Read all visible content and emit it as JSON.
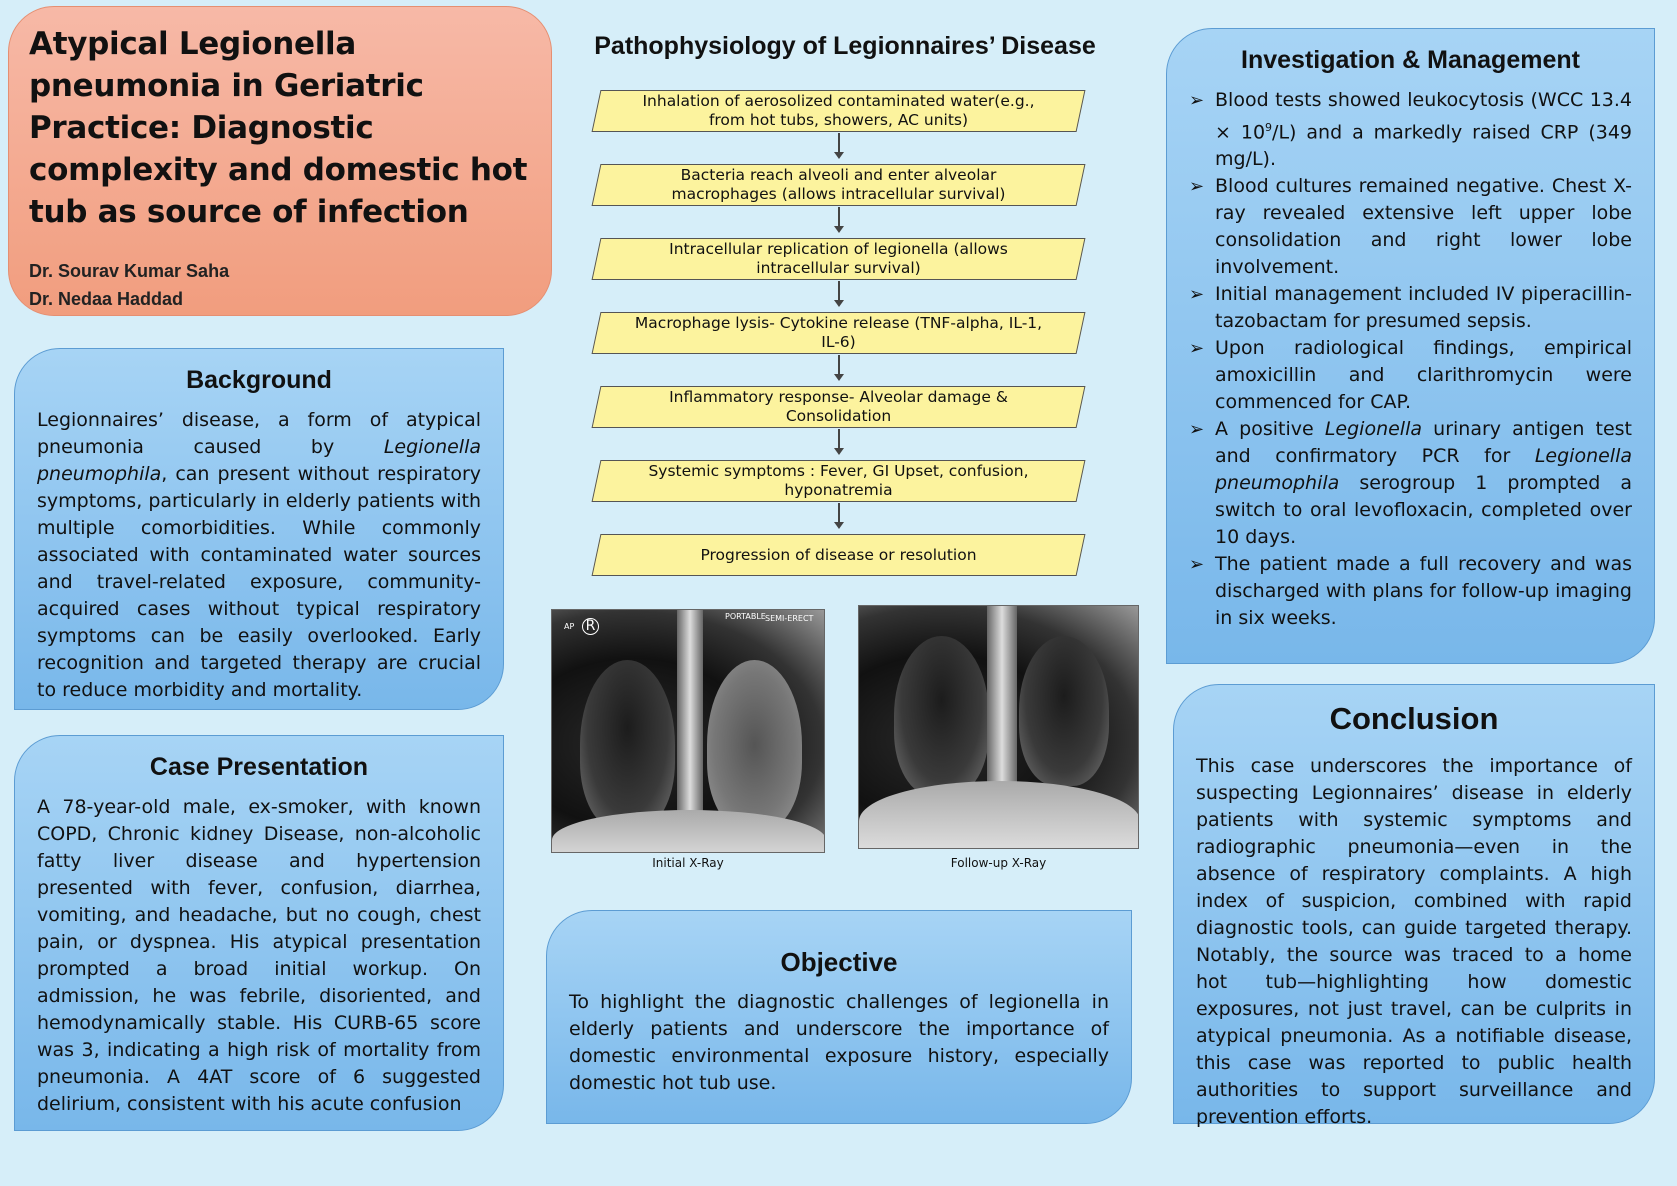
{
  "title": {
    "text": "Atypical Legionella pneumonia in Geriatric Practice: Diagnostic complexity and domestic hot tub as source of infection",
    "authors": [
      "Dr. Sourav Kumar Saha",
      "Dr. Nedaa Haddad"
    ]
  },
  "background": {
    "heading": "Background",
    "text_before_italic": "Legionnaires’ disease, a form of atypical pneumonia caused by ",
    "italic": "Legionella pneumophila",
    "text_after_italic": ", can present without respiratory symptoms, particularly in elderly patients with multiple comorbidities. While commonly associated with contaminated water sources and travel-related exposure, community-acquired cases without typical respiratory symptoms can be easily overlooked. Early recognition and targeted therapy are crucial to reduce morbidity and mortality."
  },
  "case": {
    "heading": "Case Presentation",
    "text": "A 78-year-old male, ex-smoker, with known COPD, Chronic kidney Disease, non-alcoholic fatty liver disease and hypertension presented with fever, confusion, diarrhea, vomiting, and headache, but no cough, chest pain, or dyspnea. His atypical presentation prompted a broad initial workup. On admission, he was febrile, disoriented, and hemodynamically stable. His CURB-65 score was 3, indicating a high risk of mortality from pneumonia. A 4AT score of 6 suggested delirium, consistent with his acute confusion"
  },
  "pathophysiology": {
    "heading": "Pathophysiology of Legionnaires’ Disease",
    "steps": [
      "Inhalation of aerosolized contaminated water(e.g., from hot tubs, showers, AC units)",
      "Bacteria reach alveoli and enter alveolar macrophages (allows intracellular survival)",
      "Intracellular replication of legionella (allows intracellular survival)",
      "Macrophage lysis- Cytokine release (TNF-alpha, IL-1, IL-6)",
      "Inflammatory response- Alveolar damage & Consolidation",
      "Systemic symptoms : Fever, GI Upset, confusion, hyponatremia",
      "Progression of disease or resolution"
    ]
  },
  "xrays": {
    "initial_caption": "Initial X-Ray",
    "followup_caption": "Follow-up X-Ray",
    "initial_tags": {
      "ap": "AP",
      "r": "R",
      "portable": "PORTABLE",
      "semi": "SEMI-ERECT"
    }
  },
  "objective": {
    "heading": "Objective",
    "text": "To highlight the diagnostic challenges of legionella in elderly patients and underscore the importance of domestic environmental exposure history, especially domestic hot tub use."
  },
  "investigation": {
    "heading": "Investigation & Management",
    "item1_a": "Blood tests showed leukocytosis (WCC 13.4 × 10",
    "item1_sup": "9",
    "item1_b": "/L) and a markedly raised CRP (349 mg/L).",
    "item2": "Blood cultures remained negative. Chest X-ray revealed extensive left upper lobe consolidation and right lower lobe involvement.",
    "item3": "Initial management included IV piperacillin-tazobactam for presumed sepsis.",
    "item4": "Upon radiological findings, empirical amoxicillin and clarithromycin were commenced for CAP.",
    "item5_a": "A positive ",
    "item5_i1": "Legionella",
    "item5_b": " urinary antigen test and confirmatory PCR for ",
    "item5_i2": "Legionella pneumophila",
    "item5_c": " serogroup 1 prompted a switch to oral levofloxacin, completed over 10 days.",
    "item6": "The patient made a full recovery and was discharged with plans for follow-up imaging in six weeks."
  },
  "conclusion": {
    "heading": "Conclusion",
    "text": "This case underscores the importance of suspecting Legionnaires’ disease in elderly patients with systemic symptoms and radiographic pneumonia—even in the absence of respiratory complaints. A high index of suspicion, combined with rapid diagnostic tools, can guide targeted therapy. Notably, the source was traced to a home hot tub—highlighting how domestic exposures, not just travel, can be culprits in atypical pneumonia. As a notifiable disease, this case was reported to public health authorities to support surveillance and prevention efforts."
  }
}
